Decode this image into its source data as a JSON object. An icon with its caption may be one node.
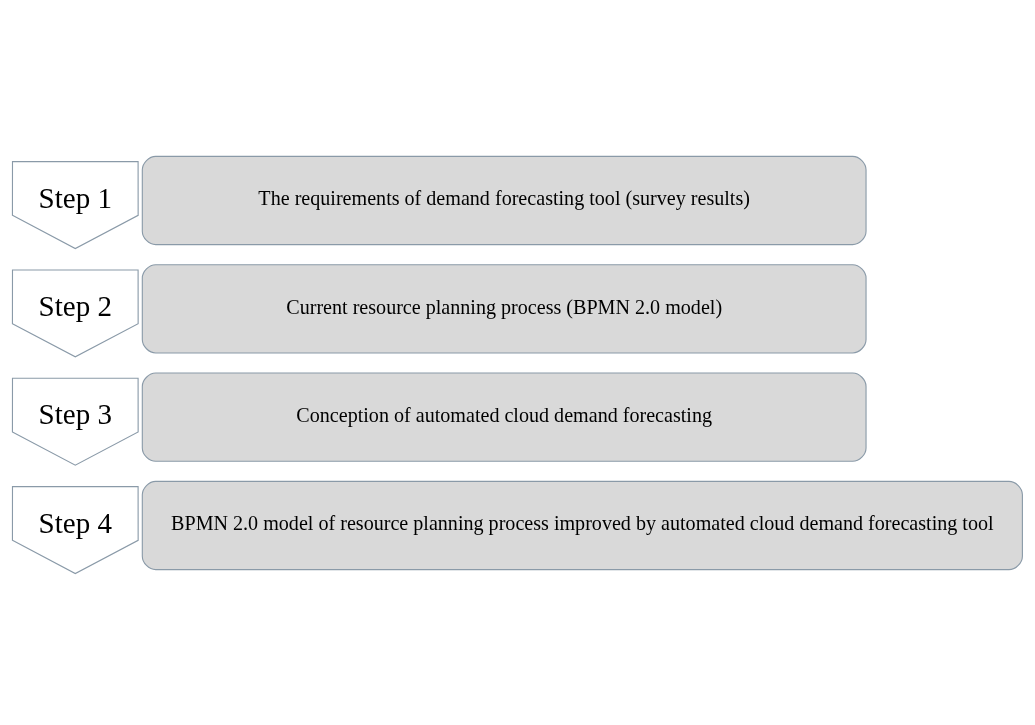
{
  "diagram": {
    "nodes": [
      {
        "text": [
          "Step 1"
        ]
      },
      {
        "text": [
          "The requirements of demand forecasting tool (survey results)"
        ]
      },
      {
        "text": [
          "Step 2"
        ]
      },
      {
        "text": [
          "Current resource planning process (BPMN 2.0 model)"
        ]
      },
      {
        "text": [
          "Step 3"
        ]
      },
      {
        "text": [
          "Conception of automated cloud demand forecasting"
        ]
      },
      {
        "text": [
          "Step 4"
        ]
      },
      {
        "text": [
          "BPMN 2.0 model of resource planning process improved by automated cloud demand forecasting tool"
        ]
      }
    ]
  }
}
